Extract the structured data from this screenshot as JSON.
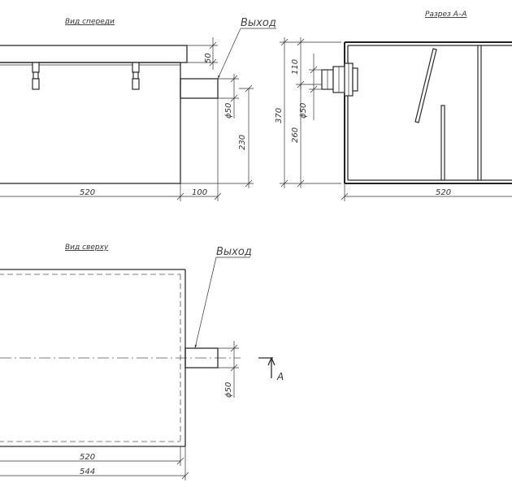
{
  "views": {
    "front": {
      "title": "Вид спереди",
      "outlet_label": "Выход",
      "dim_length": "520",
      "dim_outlet_length": "100",
      "dim_lid": "50",
      "dim_pipe_diameter": "ϕ50",
      "dim_outlet_height": "230"
    },
    "section": {
      "title": "Разрез А–А",
      "dim_total_height": "370",
      "dim_top": "110",
      "dim_bottom": "260",
      "dim_pipe_diameter": "ϕ50",
      "dim_length": "520"
    },
    "top": {
      "title": "Вид сверху",
      "outlet_label": "Выход",
      "dim_pipe_diameter": "ϕ50",
      "dim_inner_length": "520",
      "dim_outer_length": "544",
      "section_marker": "A"
    }
  }
}
